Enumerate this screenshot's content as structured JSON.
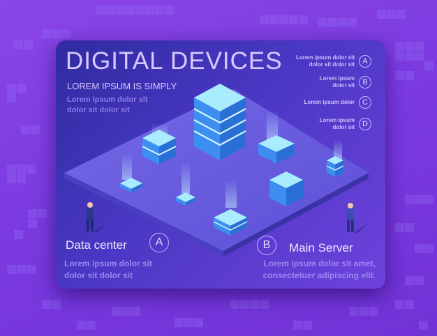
{
  "header": {
    "title": "DIGITAL DEVICES",
    "subtitle": "LOREM IPSUM IS SIMPLY",
    "description_lines": [
      "Lorem ipsum dolor sit",
      "dolor sit  dolor sit"
    ]
  },
  "legend": [
    {
      "letter": "A",
      "lines": [
        "Lorem ipsum dolor sit",
        "dolor sit  dolor sit"
      ]
    },
    {
      "letter": "B",
      "lines": [
        "Lorem ipsum",
        "dolor sit"
      ]
    },
    {
      "letter": "C",
      "lines": [
        "Lorem ipsum dolor"
      ]
    },
    {
      "letter": "D",
      "lines": [
        "Lorem ipsum",
        "dolor sit"
      ]
    }
  ],
  "footer": {
    "left": {
      "letter": "A",
      "title": "Data center",
      "lines": [
        "Lorem ipsum dolor sit",
        "dolor sit  dolor sit"
      ]
    },
    "right": {
      "letter": "B",
      "title": "Main Server",
      "lines": [
        "Lorem ipsum dolor sit amet,",
        "consectetuer adipiscing elit."
      ]
    }
  },
  "colors": {
    "background": "#7a3ae0",
    "card": "#3f33b8",
    "platform": "#6a5fe0",
    "server_top": "#9ee6ff",
    "server_side": "#2f7fe0",
    "text_light": "#d9c8ff",
    "text_muted": "#8e7bea"
  }
}
